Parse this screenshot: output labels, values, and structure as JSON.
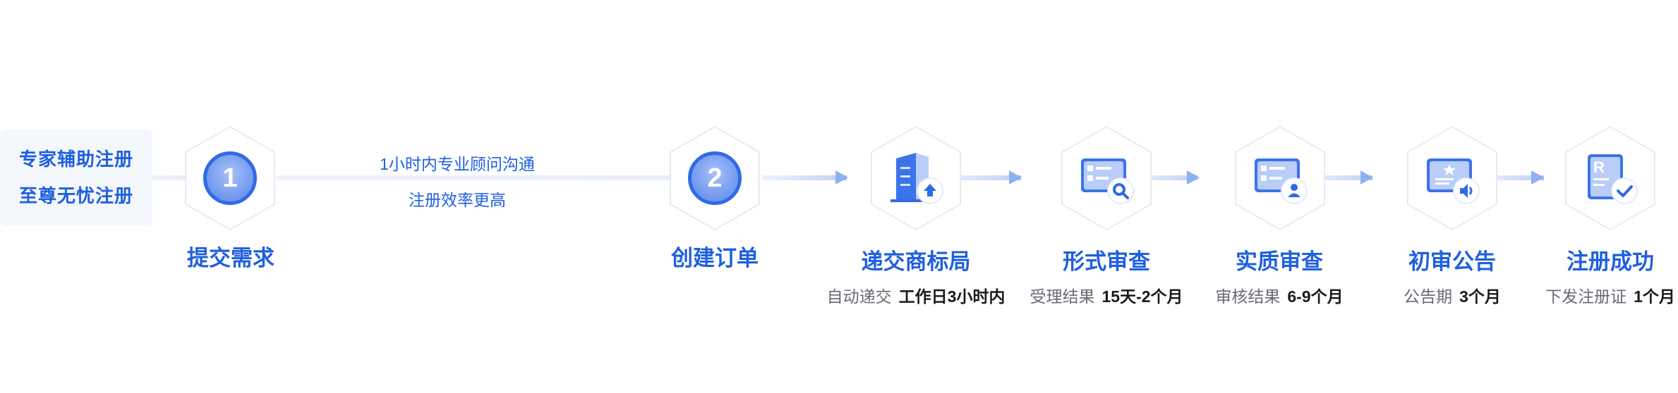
{
  "promo": {
    "line1": "专家辅助注册",
    "line2": "至尊无忧注册"
  },
  "between_notes": {
    "line1": "1小时内专业顾问沟通",
    "line2": "注册效率更高"
  },
  "steps": [
    {
      "number": "1",
      "title": "提交需求"
    },
    {
      "number": "2",
      "title": "创建订单"
    },
    {
      "icon": "building-upload-icon",
      "title": "递交商标局",
      "sub_key": "自动递交",
      "sub_value": "工作日3小时内"
    },
    {
      "icon": "document-search-icon",
      "title": "形式审查",
      "sub_key": "受理结果",
      "sub_value": "15天-2个月"
    },
    {
      "icon": "document-person-icon",
      "title": "实质审查",
      "sub_key": "审核结果",
      "sub_value": "6-9个月"
    },
    {
      "icon": "board-announce-icon",
      "title": "初审公告",
      "sub_key": "公告期",
      "sub_value": "3个月"
    },
    {
      "icon": "certificate-check-icon",
      "title": "注册成功",
      "sub_key": "下发注册证",
      "sub_value": "1个月",
      "badge_letter": "R"
    }
  ],
  "colors": {
    "accent": "#1f5fe0",
    "icon_blue": "#3b74ea",
    "icon_light": "#b9cdf8"
  }
}
